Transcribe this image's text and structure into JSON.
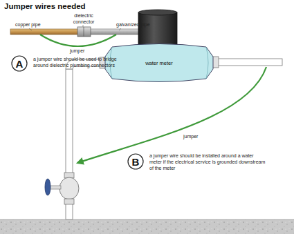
{
  "diagram": {
    "title": "Jumper wires needed",
    "nodes": [
      {
        "text": [
          "A"
        ]
      },
      {
        "text": [
          "water meter"
        ]
      },
      {
        "text": [
          "B"
        ]
      }
    ],
    "labels": [
      "copper pipe",
      "dielectric connector",
      "galvanized pipe",
      "jumper",
      "a jumper wire should be used to bridge around dielectric plumbing connectors",
      "jumper",
      "a jumper wire should be installed around a water meter if the electrical service is grounded downstream of the meter"
    ]
  }
}
